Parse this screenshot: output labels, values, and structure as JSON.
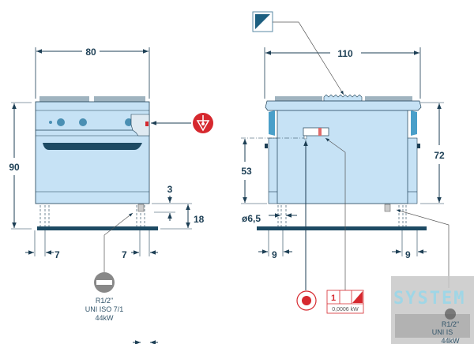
{
  "front_view": {
    "width_label": "80",
    "height_label": "90",
    "offset_top_label": "3",
    "leg_height_label": "18",
    "left_leg_offset_label": "7",
    "right_leg_offset_label": "7",
    "gas_connection": {
      "line1": "R1/2\"",
      "line2": "UNI ISO 7/1",
      "line3": "44kW",
      "icon": "gas-connection-icon"
    },
    "earth_icon": "equipotential-icon"
  },
  "side_view": {
    "width_label": "110",
    "height_label": "72",
    "connection_height_label": "53",
    "hole_diameter_label": "ø6,5",
    "left_leg_offset_label": "9",
    "right_leg_offset_label": "9",
    "electrical_label": {
      "phase": "1",
      "power": "0,0006 kW"
    },
    "watermark": "SYSTEM",
    "watermark_gas": {
      "line1": "R1/2\"",
      "line2": "UNI IS",
      "line3": "44kW"
    }
  },
  "colors": {
    "body": "#c6e2f5",
    "outline": "#1d3f55",
    "red": "#d6282e",
    "gray": "#8a8a8a"
  }
}
